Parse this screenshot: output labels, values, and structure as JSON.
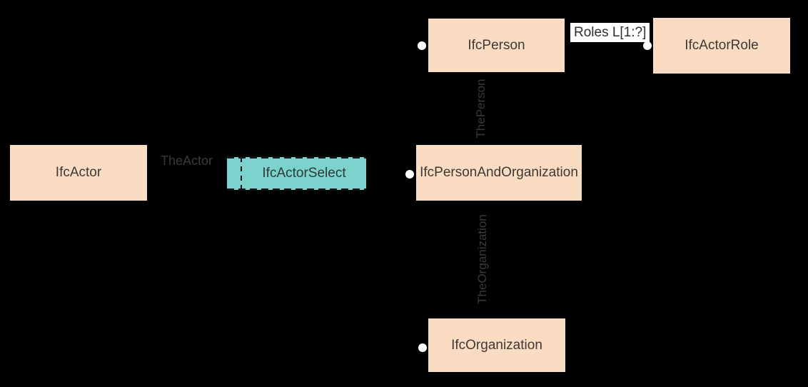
{
  "diagram": {
    "entities": [
      {
        "label": "IfcActor",
        "type": "entity"
      },
      {
        "label": "IfcActorSelect",
        "type": "select"
      },
      {
        "label": "IfcPerson",
        "type": "entity"
      },
      {
        "label": "IfcActorRole",
        "type": "entity"
      },
      {
        "label": "IfcPersonAndOrganization",
        "type": "entity"
      },
      {
        "label": "IfcOrganization",
        "type": "entity"
      }
    ],
    "relationships": [
      {
        "label": "TheActor"
      },
      {
        "label": "Roles L[1:?]"
      },
      {
        "label": "ThePerson"
      },
      {
        "label": "TheOrganization"
      }
    ],
    "colors": {
      "background": "#000000",
      "entity_fill": "#FADCC2",
      "select_fill": "#7CD3CD",
      "entity_text": "#3E3935",
      "relationship_text": "#3A3A3A",
      "connector_dot": "#FFFFFF",
      "roles_label_background": "#FFFFFF"
    }
  }
}
